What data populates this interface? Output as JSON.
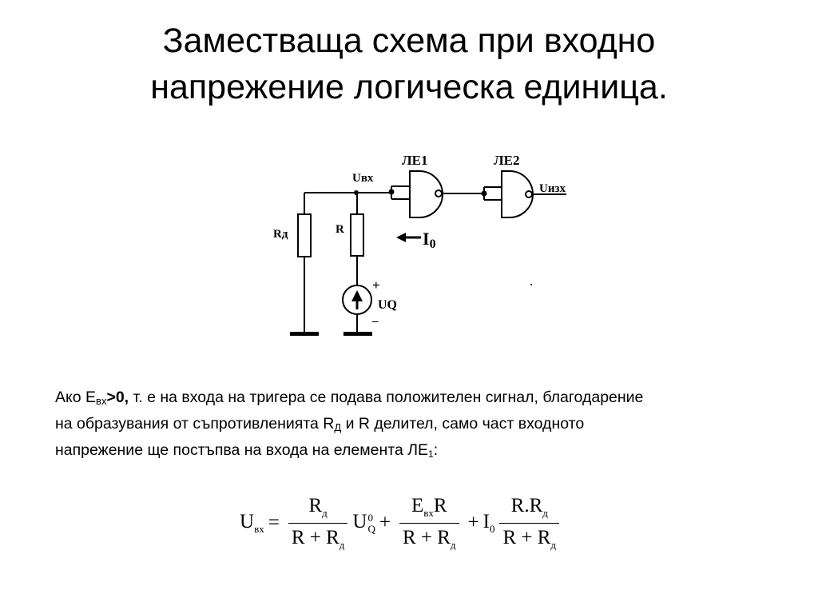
{
  "slide": {
    "title_line1": "Заместваща схема при входно",
    "title_line2": "напрежение логическа единица."
  },
  "circuit": {
    "gate1_label": "ЛЕ1",
    "gate2_label": "ЛЕ2",
    "input_label": "Uвх",
    "output_label": "Uизх",
    "rd_label": "Rд",
    "r_label": "R",
    "current_label_main": "I",
    "current_label_sub": "0",
    "source_label": "UQ",
    "plus_sign": "+",
    "minus_sign": "–"
  },
  "paragraph": {
    "p1": "Ако E",
    "p1_sub": "вх",
    "p1_bold": ">0,",
    "p1_rest": " т. е на входа на тригера се подава положителен сигнал, благодарение",
    "p2": "на образувания от съпротивленията R",
    "p2_sub": "Д",
    "p2_rest": " и R делител, само част входното",
    "p3": "напрежение ще постъпва на входа на елемента ЛЕ",
    "p3_sub": "1",
    "p3_rest": ":"
  },
  "formula": {
    "lhs": "U",
    "lhs_sub": "вх",
    "eq": "=",
    "f1_num": "R",
    "f1_num_sub": "д",
    "f1_den": "R + R",
    "f1_den_sub": "д",
    "t1": "U",
    "t1_sup": "0",
    "t1_sub": "Q",
    "plus1": "+",
    "f2_num": "E",
    "f2_num_sub": "вх",
    "f2_num_rest": "R",
    "f2_den": "R + R",
    "f2_den_sub": "д",
    "plus2": "+",
    "t2": "I",
    "t2_sub": "0",
    "f3_num": "R.R",
    "f3_num_sub": "д",
    "f3_den": "R + R",
    "f3_den_sub": "д"
  }
}
